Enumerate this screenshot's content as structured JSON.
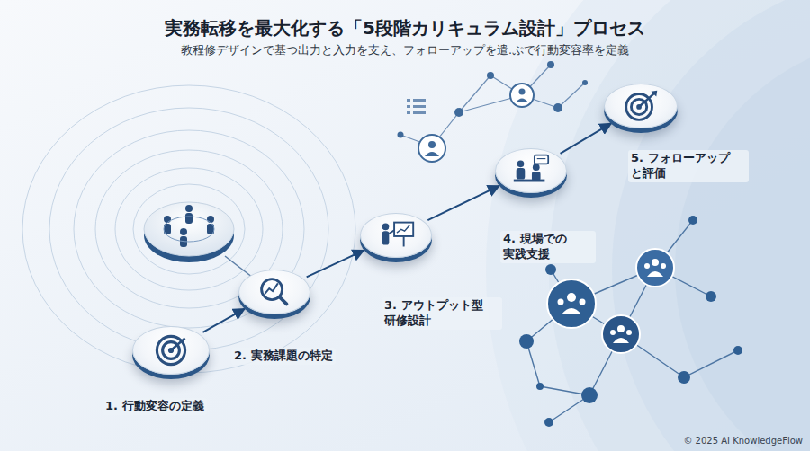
{
  "diagram": {
    "title": "実務転移を最大化する「5段階カリキュラム設計」プロセス",
    "nodes": [
      {
        "text": [
          "1. 行動変容の定義"
        ]
      },
      {
        "text": [
          "2. 実務課題の特定"
        ]
      },
      {
        "text": [
          "3. アウトプット型 研修設計"
        ]
      },
      {
        "text": [
          "4. 現場での 実践支援"
        ]
      },
      {
        "text": [
          "5. フォローアップ と評価"
        ]
      }
    ],
    "edges": [
      {
        "from": 0,
        "to": 1,
        "arrow": "to"
      },
      {
        "from": 1,
        "to": 2,
        "arrow": "to"
      },
      {
        "from": 2,
        "to": 3,
        "arrow": "to"
      },
      {
        "from": 3,
        "to": 4,
        "arrow": "to"
      }
    ],
    "labels": [
      "教程修デザインで基つ出力と入力を支え、フォローアップを遣.ぷで行動変容率を定義",
      "© 2025 AI KnowledgeFlow"
    ]
  }
}
